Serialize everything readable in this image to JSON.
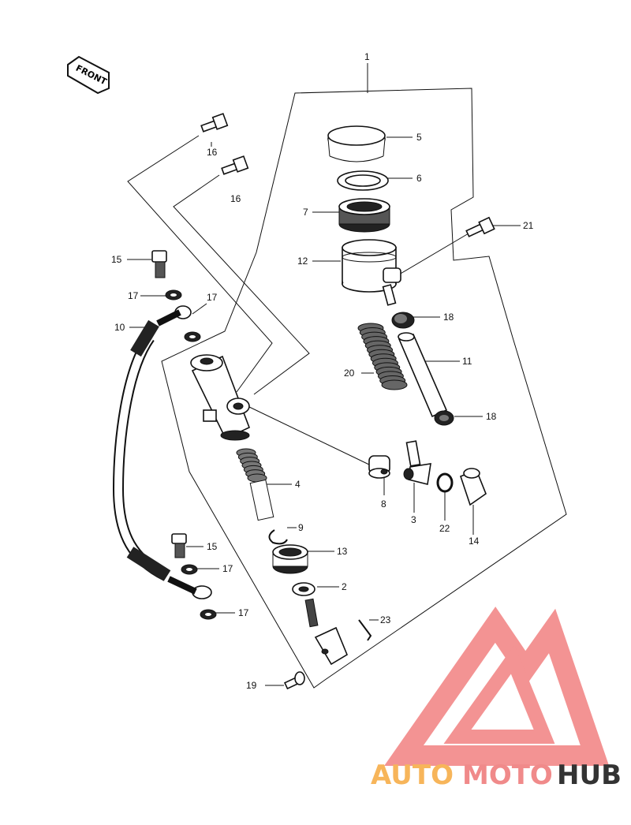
{
  "front_label": "FRONT",
  "watermark": {
    "word1": "AUTO",
    "word2": "MOTO",
    "word3": "HUB",
    "color1": "#f7b55a",
    "color2": "#f08a8a",
    "color3": "#333333",
    "logo_color": "#ef6f6f"
  },
  "callouts": {
    "c1": "1",
    "c2": "2",
    "c3": "3",
    "c4": "4",
    "c5": "5",
    "c6": "6",
    "c7": "7",
    "c8": "8",
    "c9": "9",
    "c10": "10",
    "c11": "11",
    "c12": "12",
    "c13": "13",
    "c14": "14",
    "c15a": "15",
    "c15b": "15",
    "c16a": "16",
    "c16b": "16",
    "c17a": "17",
    "c17b": "17",
    "c17c": "17",
    "c17d": "17",
    "c18a": "18",
    "c18b": "18",
    "c19": "19",
    "c20": "20",
    "c21": "21",
    "c22": "22",
    "c23": "23"
  }
}
